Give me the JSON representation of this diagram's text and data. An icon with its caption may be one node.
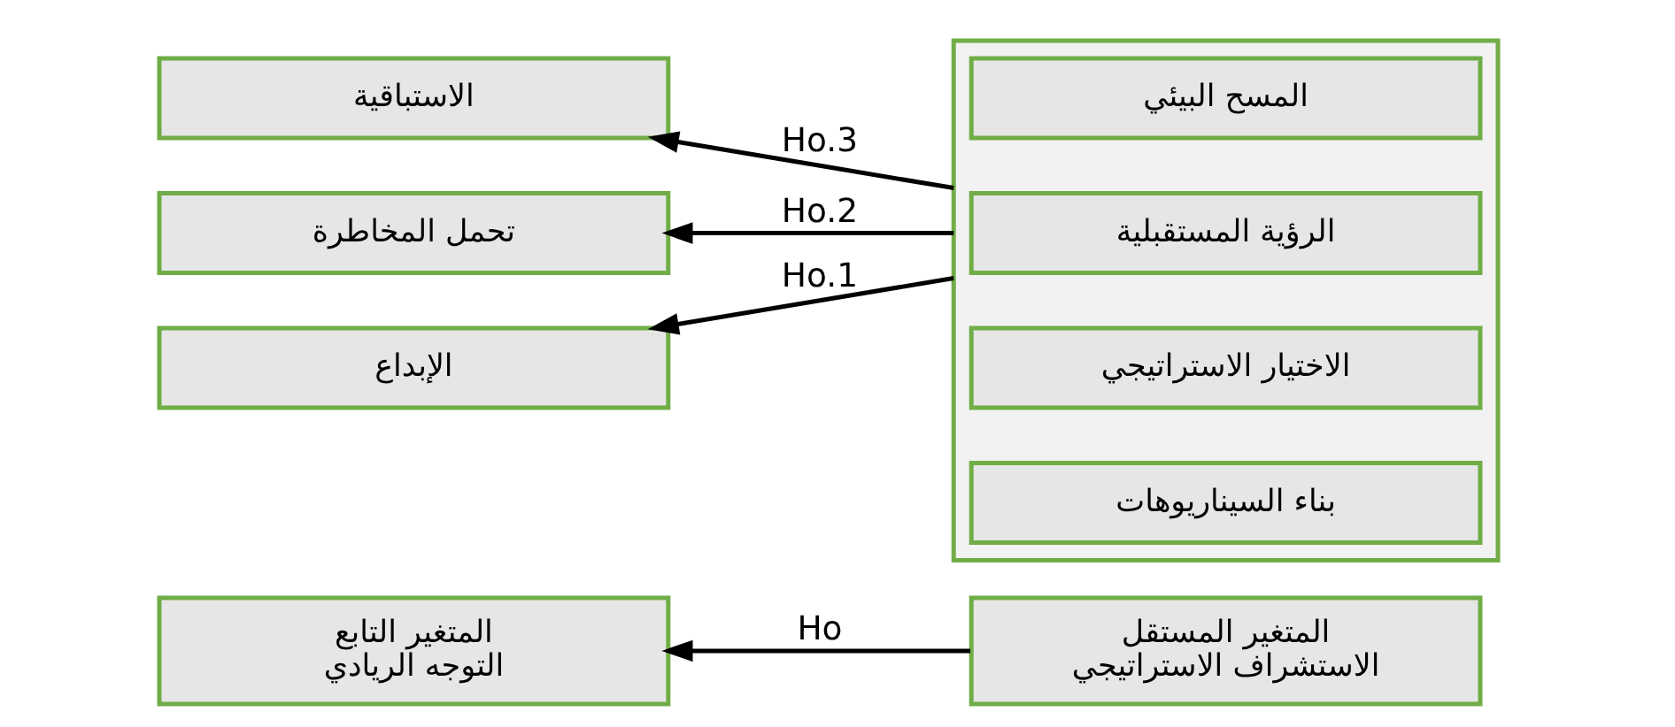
{
  "diagram": {
    "nodes": [
      {
        "text": [
          "المتغير المستقل",
          "الاستشراف الاستراتيجي"
        ]
      },
      {
        "text": [
          "المتغير التابع",
          "التوجه الريادي"
        ]
      },
      {
        "text": [],
        "shape": "box"
      },
      {
        "text": [
          "المسح البيئي"
        ],
        "in": 2
      },
      {
        "text": [
          "الرؤية المستقبلية"
        ],
        "in": 2
      },
      {
        "text": [
          "الاختيار الاستراتيجي"
        ],
        "in": 2
      },
      {
        "text": [
          "بناء السيناريوهات"
        ],
        "in": 2
      },
      {
        "text": [
          "الإبداع"
        ]
      },
      {
        "text": [
          "تحمل المخاطرة"
        ]
      },
      {
        "text": [
          "الاستباقية"
        ]
      }
    ],
    "edges": [
      {
        "from": 0,
        "to": 1,
        "arrow": "to",
        "label": "Ho"
      },
      {
        "from": 2,
        "to": 7,
        "arrow": "to",
        "label": "Ho.1"
      },
      {
        "from": 2,
        "to": 8,
        "arrow": "to",
        "label": "Ho.2"
      },
      {
        "from": 2,
        "to": 9,
        "arrow": "to",
        "label": "Ho.3"
      }
    ]
  }
}
